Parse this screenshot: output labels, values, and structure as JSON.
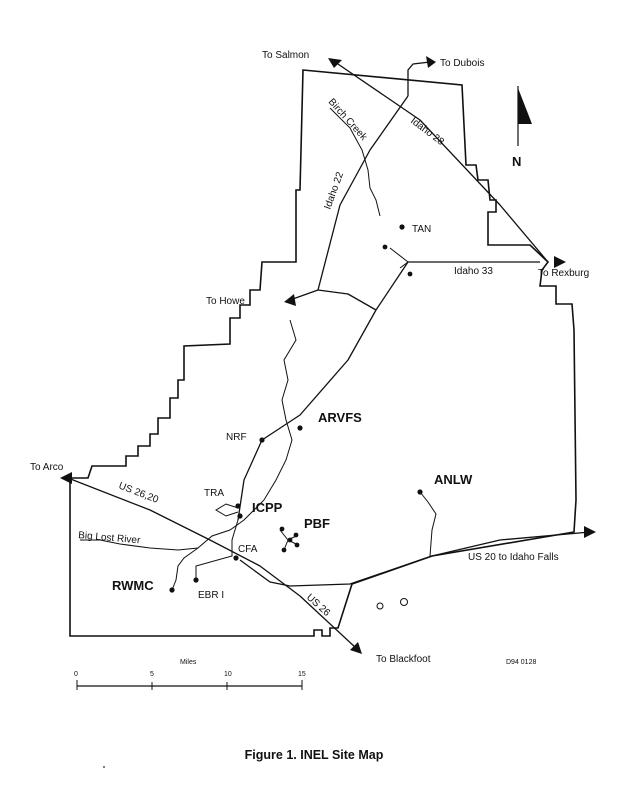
{
  "map": {
    "north_label": "N",
    "routes": {
      "to_salmon": "To Salmon",
      "to_dubois": "To Dubois",
      "to_rexburg": "To Rexburg",
      "to_howe": "To Howe",
      "to_arco": "To Arco",
      "to_blackfoot": "To Blackfoot",
      "idaho_28": "Idaho 28",
      "idaho_22": "Idaho 22",
      "idaho_33": "Idaho 33",
      "us_26_20": "US 26,20",
      "us_26": "US 26",
      "us_20_idaho_falls": "US 20 to Idaho Falls"
    },
    "water": {
      "birch_creek": "Birch Creek",
      "big_lost_river": "Big Lost River"
    },
    "facilities": {
      "tan": "TAN",
      "nrf": "NRF",
      "arvfs": "ARVFS",
      "tra": "TRA",
      "icpp": "ICPP",
      "pbf": "PBF",
      "cfa": "CFA",
      "rwmc": "RWMC",
      "ebr1": "EBR I",
      "anlw": "ANLW"
    },
    "scale": {
      "unit": "Miles",
      "ticks": [
        "0",
        "5",
        "10",
        "15"
      ]
    },
    "doc_code": "D94 0128"
  },
  "caption": "Figure 1.  INEL Site Map"
}
